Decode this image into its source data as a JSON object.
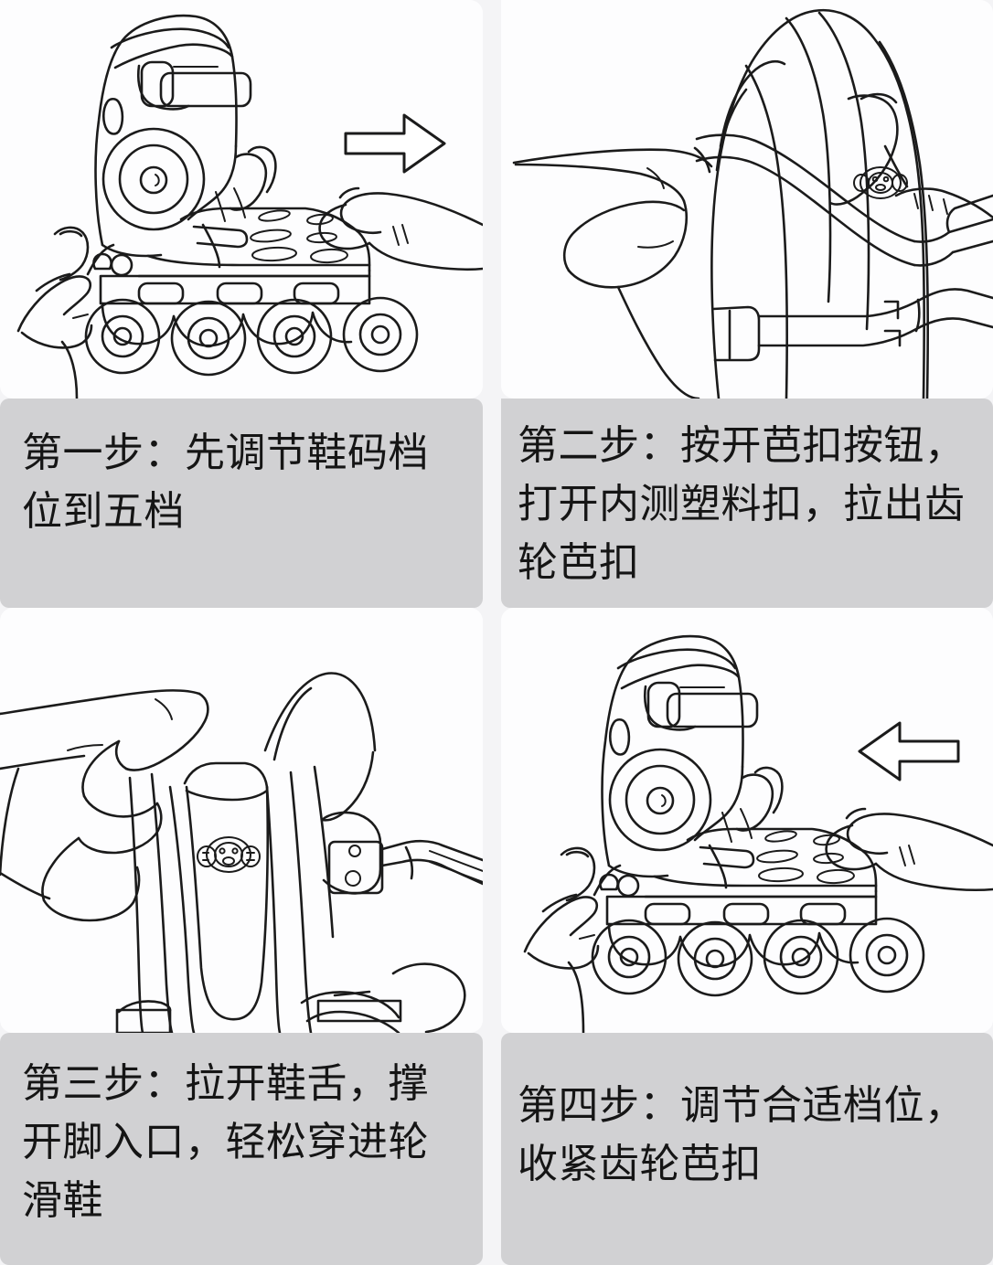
{
  "document": {
    "type": "instruction-infographic",
    "subject": "inline-skate-adjustment-steps",
    "language": "zh-CN",
    "background_color": "#f4f4f6",
    "caption_background_color": "#d1d1d3",
    "ink_color": "#1b1b1b"
  },
  "panels": [
    {
      "id": "step-1",
      "caption": "第一步：先调节鞋码档位到五档",
      "illustration": {
        "name": "inline-skate-side-view-with-hands",
        "elements": [
          "inline-skate-boot",
          "four-wheels",
          "left-hand",
          "right-hand",
          "direction-arrow"
        ],
        "arrow_direction": "right"
      }
    },
    {
      "id": "step-2",
      "caption": "第二步：按开芭扣按钮，打开内测塑料扣，拉出齿轮芭扣",
      "illustration": {
        "name": "skate-boot-front-view-hand-pressing-buckle",
        "elements": [
          "skate-boot-cuff",
          "ratchet-buckle",
          "plastic-clip",
          "hand",
          "monkey-logo"
        ],
        "arrow_direction": "none"
      }
    },
    {
      "id": "step-3",
      "caption": "第三步：拉开鞋舌，撑开脚入口，轻松穿进轮滑鞋",
      "illustration": {
        "name": "hand-pulling-open-boot-tongue",
        "elements": [
          "boot-tongue",
          "foot-opening",
          "hand",
          "monkey-logo",
          "released-buckle-strap"
        ],
        "arrow_direction": "none"
      }
    },
    {
      "id": "step-4",
      "caption": "第四步：调节合适档位，收紧齿轮芭扣",
      "illustration": {
        "name": "inline-skate-side-view-with-hands-mirrored",
        "elements": [
          "inline-skate-boot",
          "four-wheels",
          "left-hand",
          "right-hand",
          "direction-arrow"
        ],
        "arrow_direction": "left"
      }
    }
  ]
}
